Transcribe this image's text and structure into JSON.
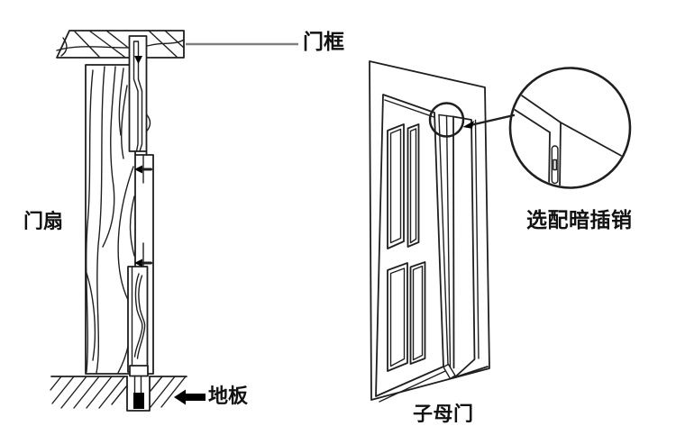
{
  "figures": {
    "cross_section": {
      "labels": {
        "door_frame": "门框",
        "door_leaf": "门扇",
        "floor": "地板"
      }
    },
    "perspective": {
      "labels": {
        "optional_bolt": "选配暗插销",
        "double_door": "子母门"
      }
    }
  },
  "icons": {
    "floor_arrow": "left-arrow",
    "detail_arrow": "left-arrow",
    "bolt_edge_arrows": "left-arrow",
    "bolt_top_arrow": "down-arrow"
  },
  "colors": {
    "line": "#1f1f1f",
    "leader": "#808080",
    "background": "#ffffff",
    "fill": "#000000"
  }
}
